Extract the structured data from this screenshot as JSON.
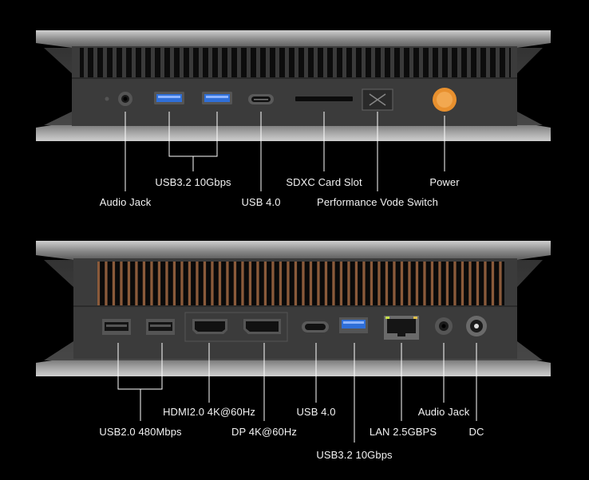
{
  "top_panel": {
    "callouts": {
      "audio_jack": "Audio Jack",
      "usb32": "USB3.2 10Gbps",
      "usb4": "USB 4.0",
      "sdxc": "SDXC Card Slot",
      "perf_switch": "Performance Vode Switch",
      "power": "Power"
    }
  },
  "bottom_panel": {
    "callouts": {
      "usb20": "USB2.0 480Mbps",
      "hdmi": "HDMI2.0 4K@60Hz",
      "dp": "DP 4K@60Hz",
      "usb4": "USB 4.0",
      "usb32": "USB3.2 10Gbps",
      "lan": "LAN 2.5GBPS",
      "audio_jack": "Audio Jack",
      "dc": "DC"
    }
  },
  "colors": {
    "background": "#000000",
    "chassis": "#3a3a3a",
    "usb3_blue": "#2f6fd8",
    "power_orange": "#e8902e",
    "callout_line": "#ffffff"
  }
}
